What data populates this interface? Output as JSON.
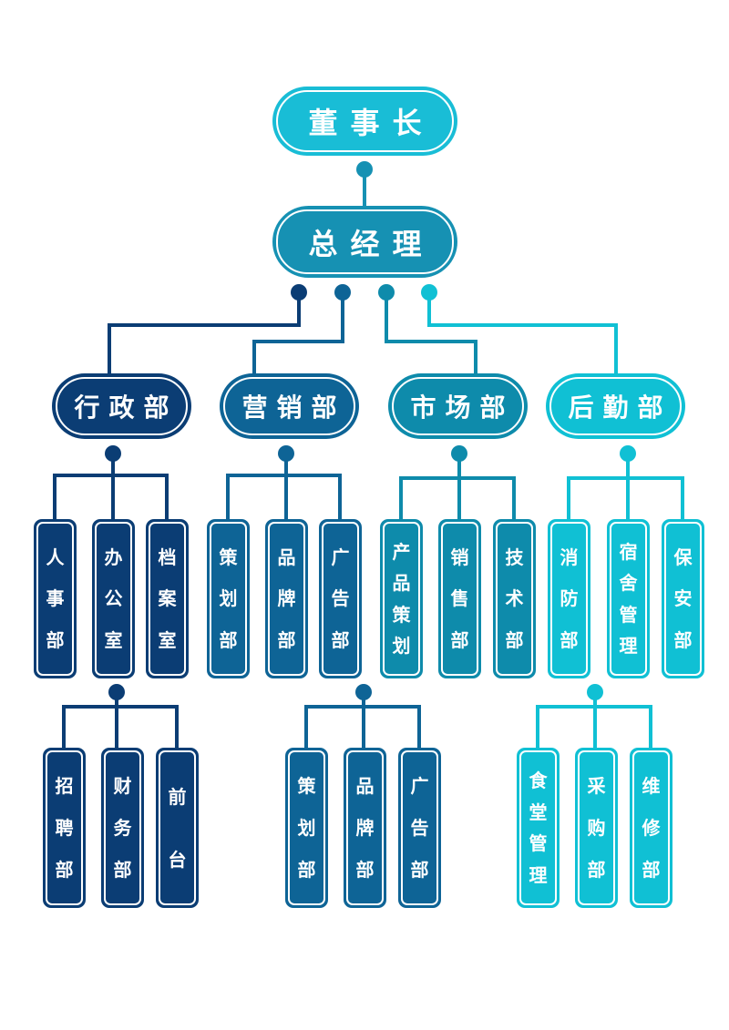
{
  "colors": {
    "c1": "#0b3d74",
    "c2": "#0e6496",
    "c3": "#0e8bab",
    "c4": "#10c0d4",
    "top": "#19bdd6",
    "gm": "#1691b3"
  },
  "top": {
    "label": "董事长"
  },
  "gm": {
    "label": "总经理"
  },
  "departments": [
    {
      "label": "行政部",
      "color": "c1",
      "units": [
        "人事部",
        "办公室",
        "档案室"
      ],
      "sub_units": [
        "招聘部",
        "财务部",
        "前台"
      ]
    },
    {
      "label": "营销部",
      "color": "c2",
      "units": [
        "策划部",
        "品牌部",
        "广告部"
      ],
      "sub_units": [
        "策划部",
        "品牌部",
        "广告部"
      ]
    },
    {
      "label": "市场部",
      "color": "c3",
      "units": [
        "产品策划",
        "销售部",
        "技术部"
      ],
      "sub_units": []
    },
    {
      "label": "后勤部",
      "color": "c4",
      "units": [
        "消防部",
        "宿舍管理",
        "保安部"
      ],
      "sub_units": [
        "食堂管理",
        "采购部",
        "维修部"
      ]
    }
  ]
}
